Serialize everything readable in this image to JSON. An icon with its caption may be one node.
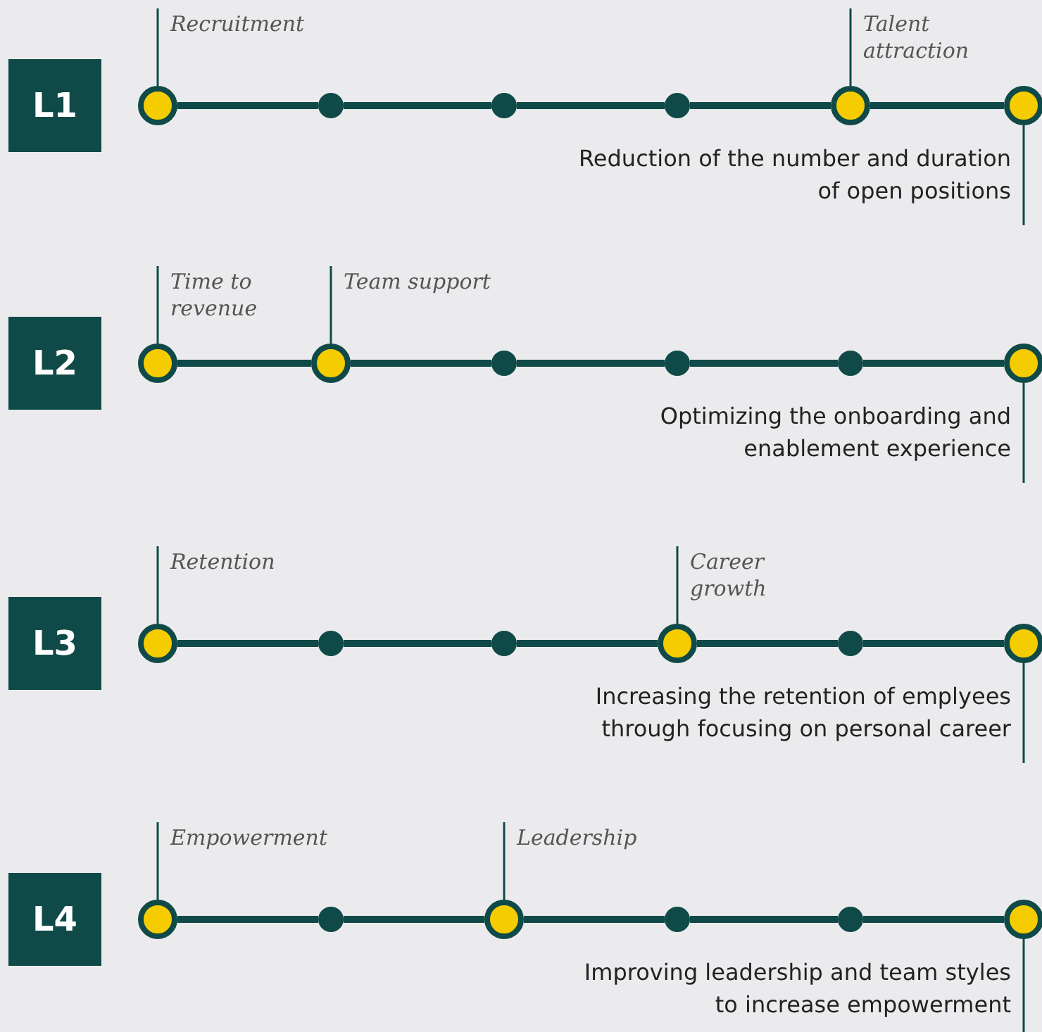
{
  "diagram": {
    "nodes": [
      {
        "text": [
          "L1"
        ]
      },
      {
        "text": [
          "Recruitment"
        ]
      },
      {
        "text": [
          "Talent attraction"
        ]
      },
      {
        "text": [],
        "shape": "circle"
      },
      {
        "text": [],
        "shape": "circle"
      },
      {
        "text": [],
        "shape": "circle"
      },
      {
        "text": [],
        "shape": "circle"
      },
      {
        "text": [],
        "shape": "circle"
      },
      {
        "text": [],
        "shape": "circle"
      },
      {
        "text": [
          "Reduction of the number and duration of open positions"
        ]
      },
      {
        "text": [
          "L2"
        ]
      },
      {
        "text": [
          "Time to revenue"
        ]
      },
      {
        "text": [
          "Team support"
        ]
      },
      {
        "text": [],
        "shape": "circle"
      },
      {
        "text": [],
        "shape": "circle"
      },
      {
        "text": [],
        "shape": "circle"
      },
      {
        "text": [],
        "shape": "circle"
      },
      {
        "text": [],
        "shape": "circle"
      },
      {
        "text": [],
        "shape": "circle"
      },
      {
        "text": [
          "Optimizing the onboarding and enablement experience"
        ]
      },
      {
        "text": [
          "L3"
        ]
      },
      {
        "text": [
          "Retention"
        ]
      },
      {
        "text": [
          "Career growth"
        ]
      },
      {
        "text": [],
        "shape": "circle"
      },
      {
        "text": [],
        "shape": "circle"
      },
      {
        "text": [],
        "shape": "circle"
      },
      {
        "text": [],
        "shape": "circle"
      },
      {
        "text": [],
        "shape": "circle"
      },
      {
        "text": [],
        "shape": "circle"
      },
      {
        "text": [
          "Increasing the retention of emplyees through focusing on personal career"
        ]
      },
      {
        "text": [
          "L4"
        ]
      },
      {
        "text": [
          "Empowerment"
        ]
      },
      {
        "text": [
          "Leadership"
        ]
      },
      {
        "text": [],
        "shape": "circle"
      },
      {
        "text": [],
        "shape": "circle"
      },
      {
        "text": [],
        "shape": "circle"
      },
      {
        "text": [],
        "shape": "circle"
      },
      {
        "text": [],
        "shape": "circle"
      },
      {
        "text": [],
        "shape": "circle"
      },
      {
        "text": [
          "Improving leadership and team styles to increase empowerment"
        ]
      }
    ],
    "edges": [
      {
        "from": 1,
        "to": 3,
        "arrow": "none"
      },
      {
        "from": 2,
        "to": 7,
        "arrow": "none"
      },
      {
        "from": 3,
        "to": 4,
        "arrow": "none"
      },
      {
        "from": 4,
        "to": 5,
        "arrow": "none"
      },
      {
        "from": 5,
        "to": 6,
        "arrow": "none"
      },
      {
        "from": 6,
        "to": 7,
        "arrow": "none"
      },
      {
        "from": 7,
        "to": 8,
        "arrow": "none"
      },
      {
        "from": 9,
        "to": 8,
        "arrow": "none"
      },
      {
        "from": 11,
        "to": 13,
        "arrow": "none"
      },
      {
        "from": 12,
        "to": 14,
        "arrow": "none"
      },
      {
        "from": 13,
        "to": 14,
        "arrow": "none"
      },
      {
        "from": 14,
        "to": 15,
        "arrow": "none"
      },
      {
        "from": 15,
        "to": 16,
        "arrow": "none"
      },
      {
        "from": 16,
        "to": 17,
        "arrow": "none"
      },
      {
        "from": 17,
        "to": 18,
        "arrow": "none"
      },
      {
        "from": 19,
        "to": 18,
        "arrow": "none"
      },
      {
        "from": 21,
        "to": 23,
        "arrow": "none"
      },
      {
        "from": 22,
        "to": 26,
        "arrow": "none"
      },
      {
        "from": 23,
        "to": 24,
        "arrow": "none"
      },
      {
        "from": 24,
        "to": 25,
        "arrow": "none"
      },
      {
        "from": 25,
        "to": 26,
        "arrow": "none"
      },
      {
        "from": 26,
        "to": 27,
        "arrow": "none"
      },
      {
        "from": 27,
        "to": 28,
        "arrow": "none"
      },
      {
        "from": 29,
        "to": 28,
        "arrow": "none"
      },
      {
        "from": 31,
        "to": 33,
        "arrow": "none"
      },
      {
        "from": 32,
        "to": 35,
        "arrow": "none"
      },
      {
        "from": 33,
        "to": 34,
        "arrow": "none"
      },
      {
        "from": 34,
        "to": 35,
        "arrow": "none"
      },
      {
        "from": 35,
        "to": 36,
        "arrow": "none"
      },
      {
        "from": 36,
        "to": 37,
        "arrow": "none"
      },
      {
        "from": 37,
        "to": 38,
        "arrow": "none"
      },
      {
        "from": 39,
        "to": 38,
        "arrow": "none"
      }
    ]
  }
}
